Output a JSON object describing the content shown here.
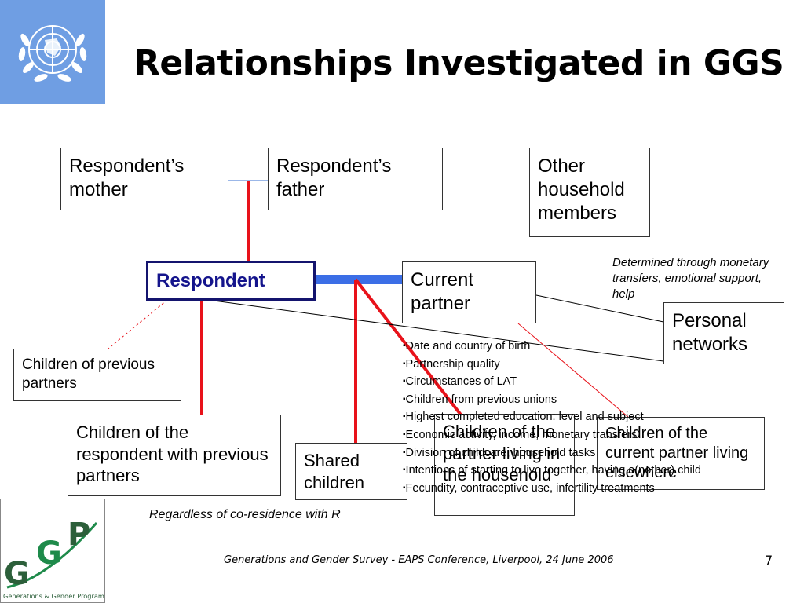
{
  "header": {
    "title": "Relationships Investigated in GGS"
  },
  "boxes": {
    "mother": "Respondent’s mother",
    "father": "Respondent’s father",
    "other_household": "Other household members",
    "respondent": "Respondent",
    "current_partner": "Current partner",
    "personal_networks": "Personal networks",
    "children_prev_partners": "Children of previous partners",
    "children_resp_prev": "Children of the respondent with previous partners",
    "shared_children": "Shared children",
    "children_partner_household": "Children of the partner living in the household",
    "children_partner_elsewhere": "Children of the current partner living elsewhere"
  },
  "notes": {
    "networks": "Determined through monetary transfers, emotional support, help",
    "coresidence": "Regardless of co-residence with R"
  },
  "partner_details": [
    "Date and country of birth",
    "Partnership quality",
    "Circumstances of LAT",
    "Children from previous unions",
    "Highest completed education: level and subject",
    "Economic activity, income, monetary transfers",
    "Division of childcare, household tasks",
    "Intentions of starting to live together, having a(nother) child",
    "Fecundity, contraceptive use, infertility treatments"
  ],
  "footer": {
    "text": "Generations and Gender Survey  -  EAPS Conference, Liverpool, 24 June 2006",
    "page": "7"
  },
  "logos": {
    "ggp_caption": "Generations & Gender Programme",
    "ggp_letter_1": "G",
    "ggp_letter_2": "G",
    "ggp_letter_3": "P"
  },
  "colors": {
    "red_line": "#e8121a",
    "blue_bar": "#3b6ee6",
    "respondent_border": "#14146e",
    "un_blue": "#6f9ee3",
    "ggp_green": "#1e8a4a",
    "ggp_text_green": "#2c5f3a"
  }
}
